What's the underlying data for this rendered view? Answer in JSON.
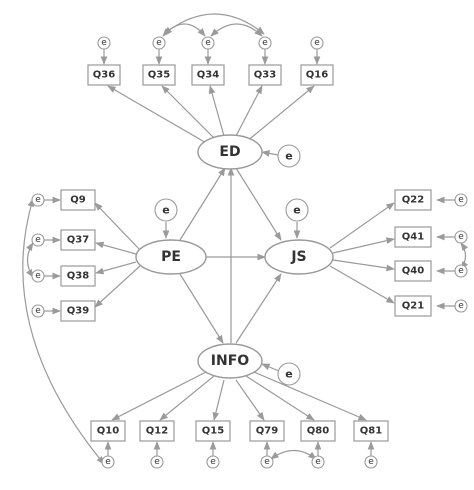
{
  "latents": {
    "ed": "ED",
    "pe": "PE",
    "js": "JS",
    "info": "INFO"
  },
  "error_label": "e",
  "indicators": {
    "ed": [
      "Q36",
      "Q35",
      "Q34",
      "Q33",
      "Q16"
    ],
    "pe": [
      "Q9",
      "Q37",
      "Q38",
      "Q39"
    ],
    "js": [
      "Q22",
      "Q41",
      "Q40",
      "Q21"
    ],
    "info": [
      "Q10",
      "Q12",
      "Q15",
      "Q79",
      "Q80",
      "Q81"
    ]
  },
  "structural_paths": [
    [
      "PE",
      "ED"
    ],
    [
      "PE",
      "JS"
    ],
    [
      "PE",
      "INFO"
    ],
    [
      "ED",
      "JS"
    ],
    [
      "INFO",
      "JS"
    ],
    [
      "INFO",
      "ED"
    ]
  ],
  "error_covariances": [
    [
      "Q35",
      "Q34"
    ],
    [
      "Q35",
      "Q33"
    ],
    [
      "Q34",
      "Q33"
    ],
    [
      "Q37",
      "Q38"
    ],
    [
      "Q41",
      "Q40"
    ],
    [
      "Q79",
      "Q80"
    ],
    [
      "Q9",
      "Q10"
    ]
  ],
  "colors": {
    "stroke": "#999999",
    "text": "#333333",
    "background": "#ffffff"
  }
}
